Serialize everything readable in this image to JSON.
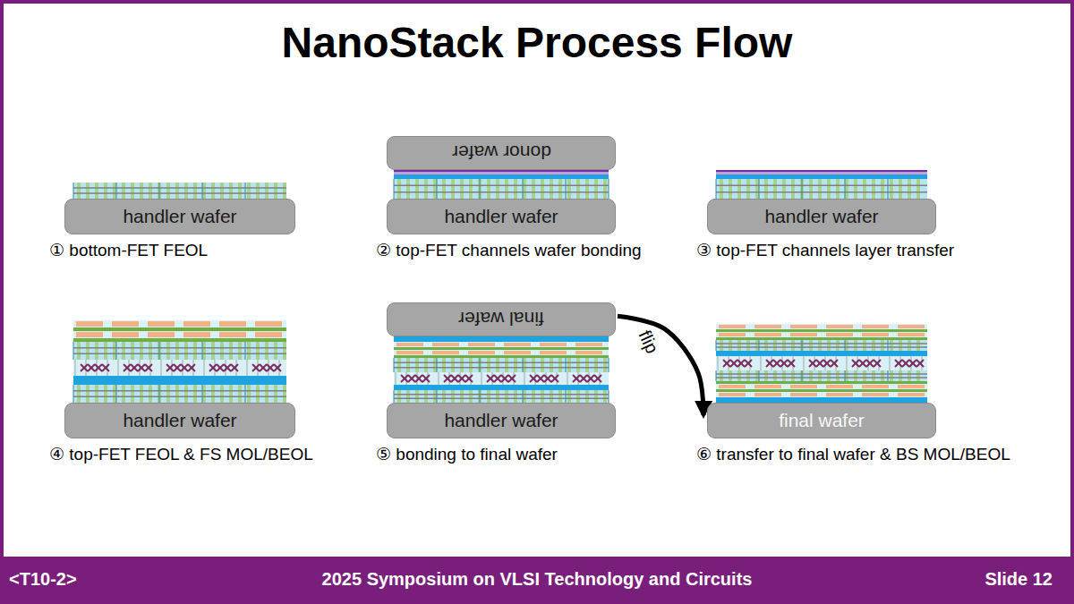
{
  "diagram": {
    "title": "NanoStack Process Flow",
    "nodes": [
      {
        "text": [
          "handler wafer"
        ]
      },
      {
        "text": [
          "donor wafer"
        ]
      },
      {
        "text": [
          "handler wafer"
        ]
      },
      {
        "text": [
          "handler wafer"
        ]
      },
      {
        "text": [
          "handler wafer"
        ]
      },
      {
        "text": [
          "final wafer"
        ]
      },
      {
        "text": [
          "handler wafer"
        ]
      },
      {
        "text": [
          "final wafer"
        ]
      }
    ],
    "edges": [
      {
        "from": 5,
        "to": 7,
        "arrow": "to",
        "label": "flip"
      }
    ],
    "labels": [
      "① bottom-FET FEOL",
      "② top-FET channels wafer bonding",
      "③ top-FET channels layer transfer",
      "④ top-FET FEOL & FS MOL/BEOL",
      "⑤ bonding to final wafer",
      "⑥ transfer to final wafer & BS MOL/BEOL",
      "<T10-2>",
      "2025 Symposium on VLSI Technology and Circuits",
      "Slide 12"
    ]
  }
}
